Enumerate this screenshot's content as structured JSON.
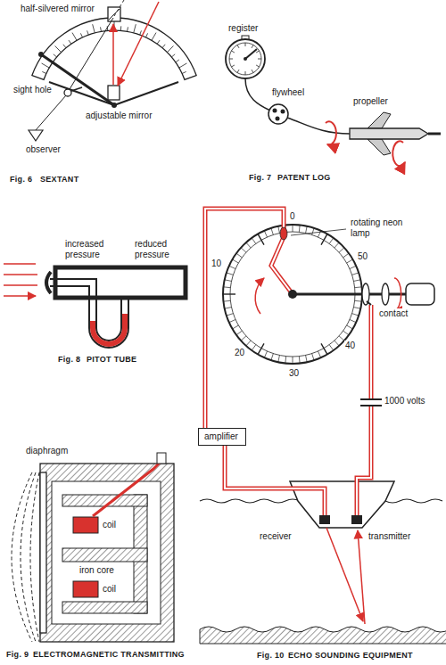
{
  "diagram": {
    "nodes": [
      {
        "text": [
          "amplifier"
        ]
      }
    ],
    "labels": [
      "half-silvered mirror",
      "sight hole",
      "adjustable mirror",
      "observer",
      "Fig. 6",
      "SEXTANT",
      "register",
      "flywheel",
      "propeller",
      "Fig. 7",
      "PATENT LOG",
      "increased pressure",
      "reduced pressure",
      "Fig. 8",
      "PITOT TUBE",
      "diaphragm",
      "coil",
      "iron core",
      "coil",
      "Fig. 9",
      "ELECTROMAGNETIC TRANSMITTING",
      "0",
      "10",
      "20",
      "30",
      "40",
      "50",
      "rotating neon lamp",
      "contact",
      "1000 volts",
      "receiver",
      "transmitter",
      "Fig. 10",
      "ECHO SOUNDING EQUIPMENT"
    ]
  }
}
